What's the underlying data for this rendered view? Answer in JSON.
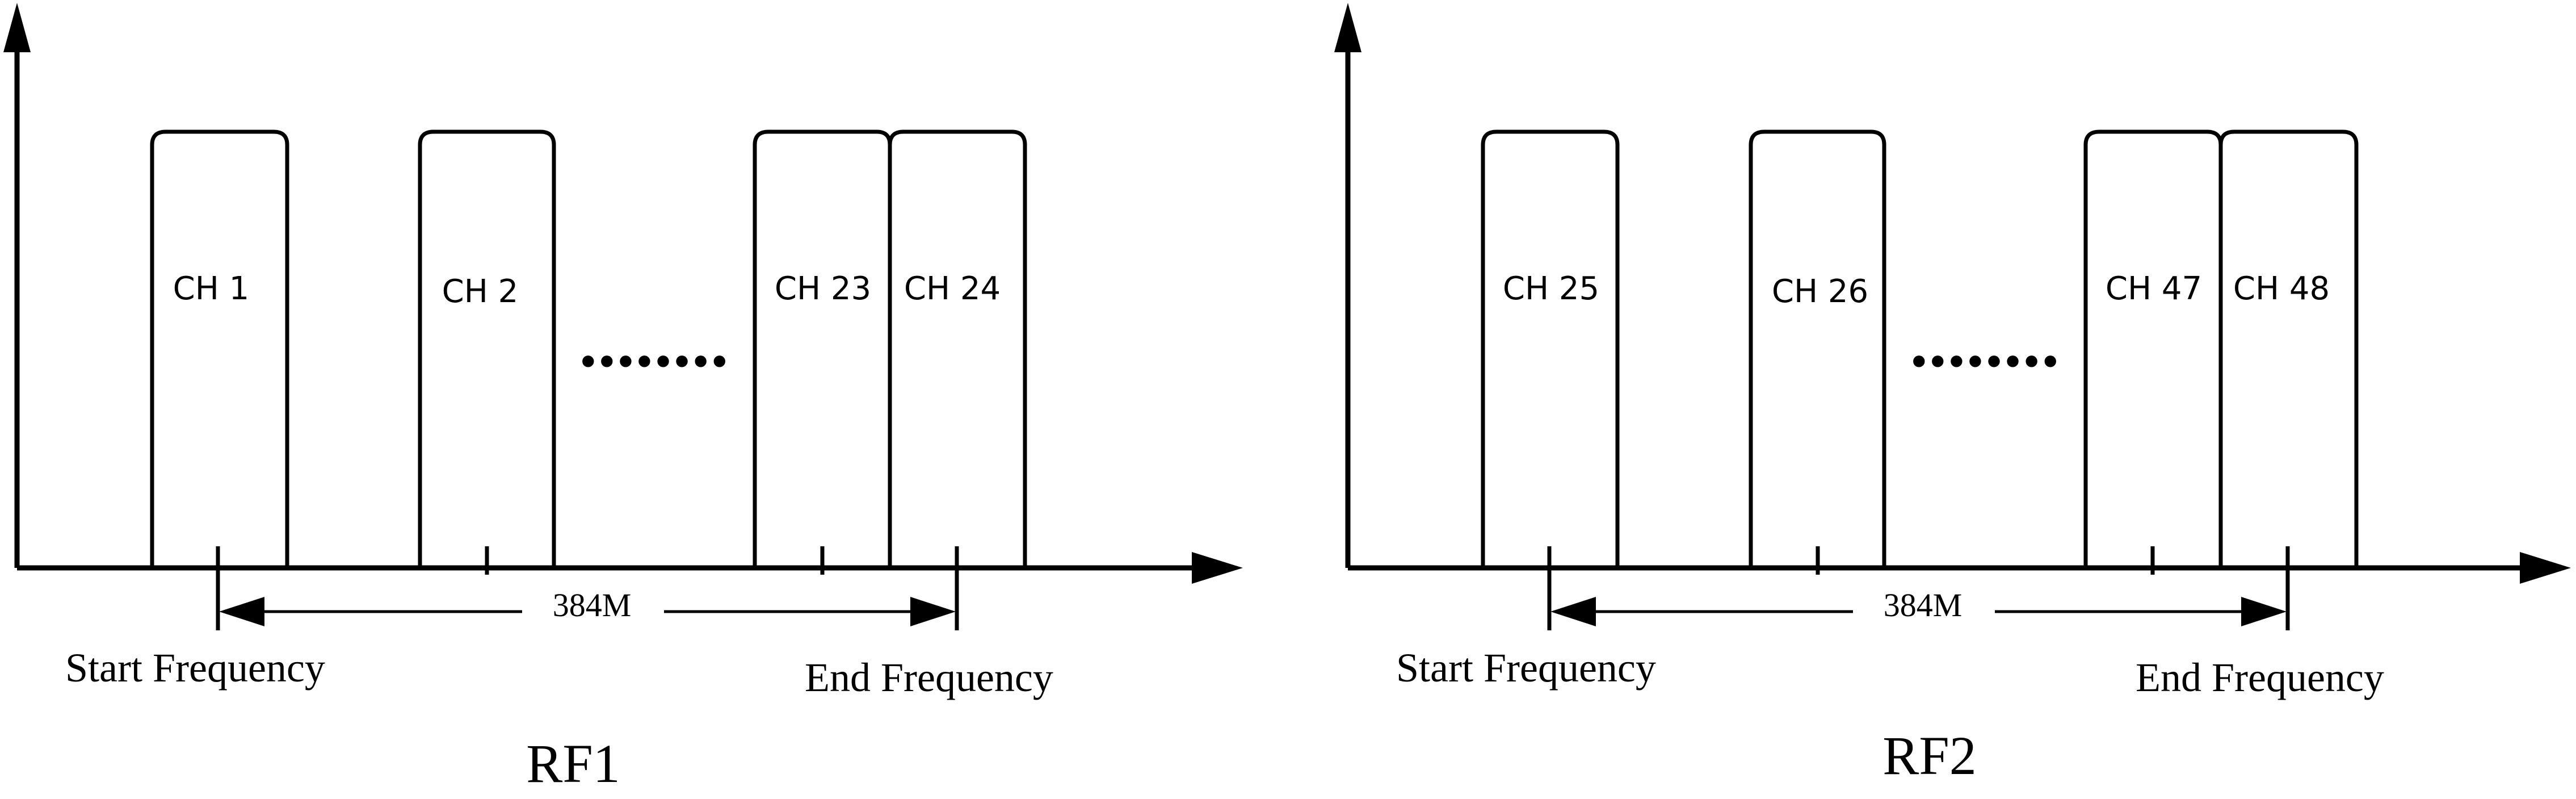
{
  "panels": [
    {
      "label": "RF1",
      "span_label": "384M",
      "start_label": "Start Frequency",
      "end_label": "End Frequency",
      "channels": [
        "CH 1",
        "CH 2",
        "CH 23",
        "CH 24"
      ],
      "ellipsis": "••••••••"
    },
    {
      "label": "RF2",
      "span_label": "384M",
      "start_label": "Start Frequency",
      "end_label": "End Frequency",
      "channels": [
        "CH 25",
        "CH 26",
        "CH 47",
        "CH 48"
      ],
      "ellipsis": "••••••••"
    }
  ]
}
